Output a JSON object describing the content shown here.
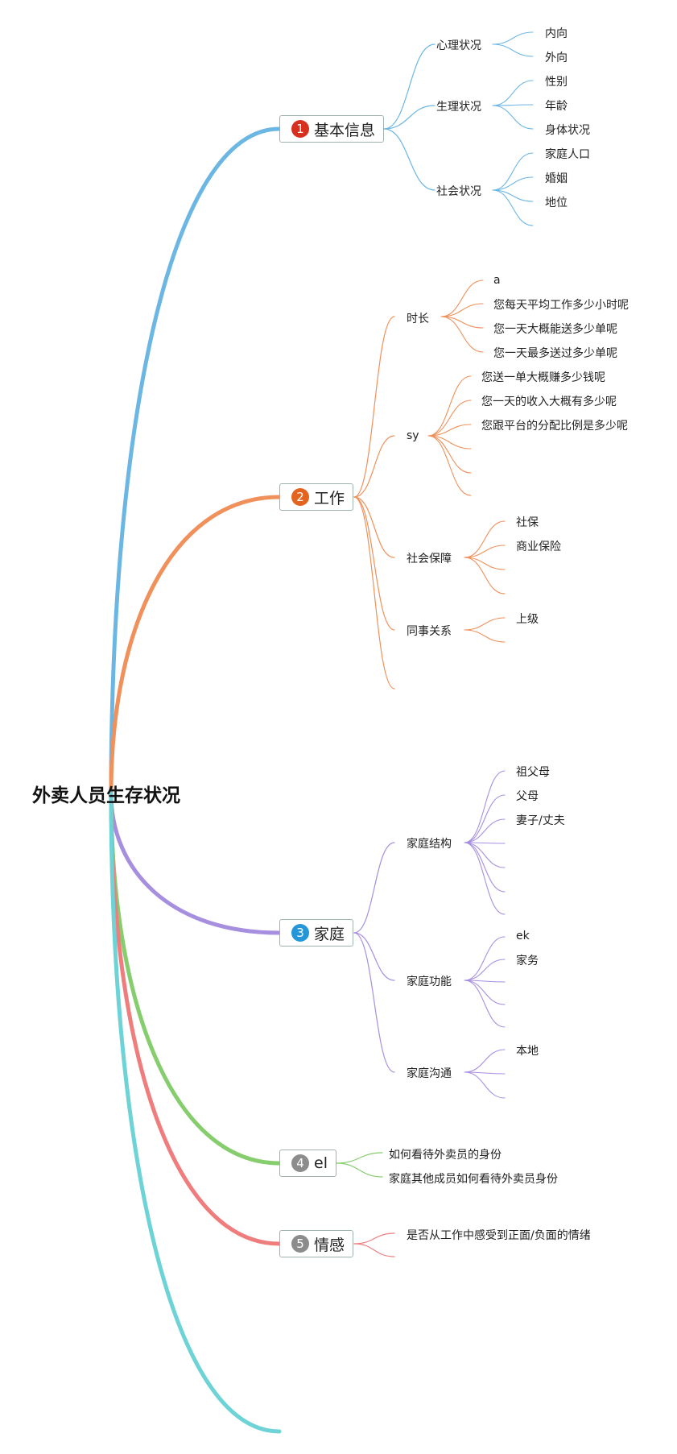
{
  "root": {
    "title": "外卖人员生存状况"
  },
  "branches": [
    {
      "num": "1",
      "label": "基本信息",
      "color": "#6cb6e4",
      "badge": "#d7301f",
      "children": [
        {
          "label": "心理状况",
          "leaves": [
            "内向",
            "外向"
          ]
        },
        {
          "label": "生理状况",
          "leaves": [
            "性别",
            "年龄",
            "身体状况"
          ]
        },
        {
          "label": "社会状况",
          "leaves": [
            "家庭人口",
            "婚姻",
            "地位",
            ""
          ]
        }
      ]
    },
    {
      "num": "2",
      "label": "工作",
      "color": "#f0905a",
      "badge": "#e3641f",
      "children": [
        {
          "label": "时长",
          "leaves": [
            "a",
            "您每天平均工作多少小时呢",
            "您一天大概能送多少单呢",
            "您一天最多送过多少单呢"
          ]
        },
        {
          "label": "sy",
          "leaves": [
            "您送一单大概赚多少钱呢",
            "您一天的收入大概有多少呢",
            "您跟平台的分配比例是多少呢",
            "",
            ""
          ]
        },
        {
          "label": "社会保障",
          "leaves": [
            "社保",
            "商业保险",
            "",
            ""
          ]
        },
        {
          "label": "同事关系",
          "leaves": [
            "上级",
            ""
          ]
        },
        {
          "label": "",
          "leaves": []
        }
      ]
    },
    {
      "num": "3",
      "label": "家庭",
      "color": "#a78fe0",
      "badge": "#2596d8",
      "children": [
        {
          "label": "家庭结构",
          "leaves": [
            "祖父母",
            "父母",
            "妻子/丈夫",
            "",
            "",
            "",
            ""
          ]
        },
        {
          "label": "家庭功能",
          "leaves": [
            "ek",
            "家务",
            "",
            "",
            ""
          ]
        },
        {
          "label": "家庭沟通",
          "leaves": [
            "本地",
            "",
            ""
          ]
        }
      ]
    },
    {
      "num": "4",
      "label": "el",
      "color": "#86cd6e",
      "badge": "#8c8c8c",
      "children": [
        {
          "label": "如何看待外卖员的身份",
          "leaves": []
        },
        {
          "label": "家庭其他成员如何看待外卖员身份",
          "leaves": []
        }
      ]
    },
    {
      "num": "5",
      "label": "情感",
      "color": "#ef7d7d",
      "badge": "#8c8c8c",
      "children": [
        {
          "label": "是否从工作中感受到正面/负面的情绪",
          "leaves": []
        },
        {
          "label": "",
          "leaves": []
        }
      ]
    },
    {
      "num": "",
      "label": "",
      "color": "#6dd3d6",
      "badge": "",
      "children": []
    }
  ]
}
